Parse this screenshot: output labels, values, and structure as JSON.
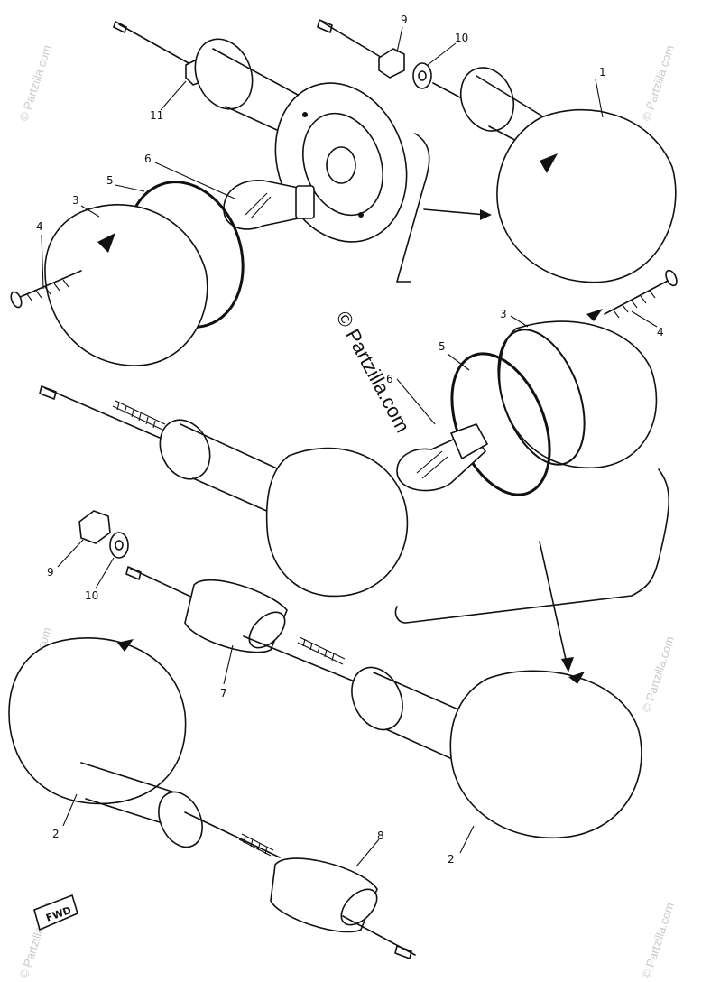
{
  "watermark": {
    "center": "© Partzilla.com",
    "corner": "© Partzilla.com"
  },
  "callouts": {
    "c1": "1",
    "c2a": "2",
    "c2b": "2",
    "c3a": "3",
    "c3b": "3",
    "c4a": "4",
    "c4b": "4",
    "c5a": "5",
    "c5b": "5",
    "c6a": "6",
    "c6b": "6",
    "c7": "7",
    "c8": "8",
    "c9a": "9",
    "c9b": "9",
    "c10a": "10",
    "c10b": "10",
    "c11": "11"
  },
  "direction_marker": "FWD"
}
